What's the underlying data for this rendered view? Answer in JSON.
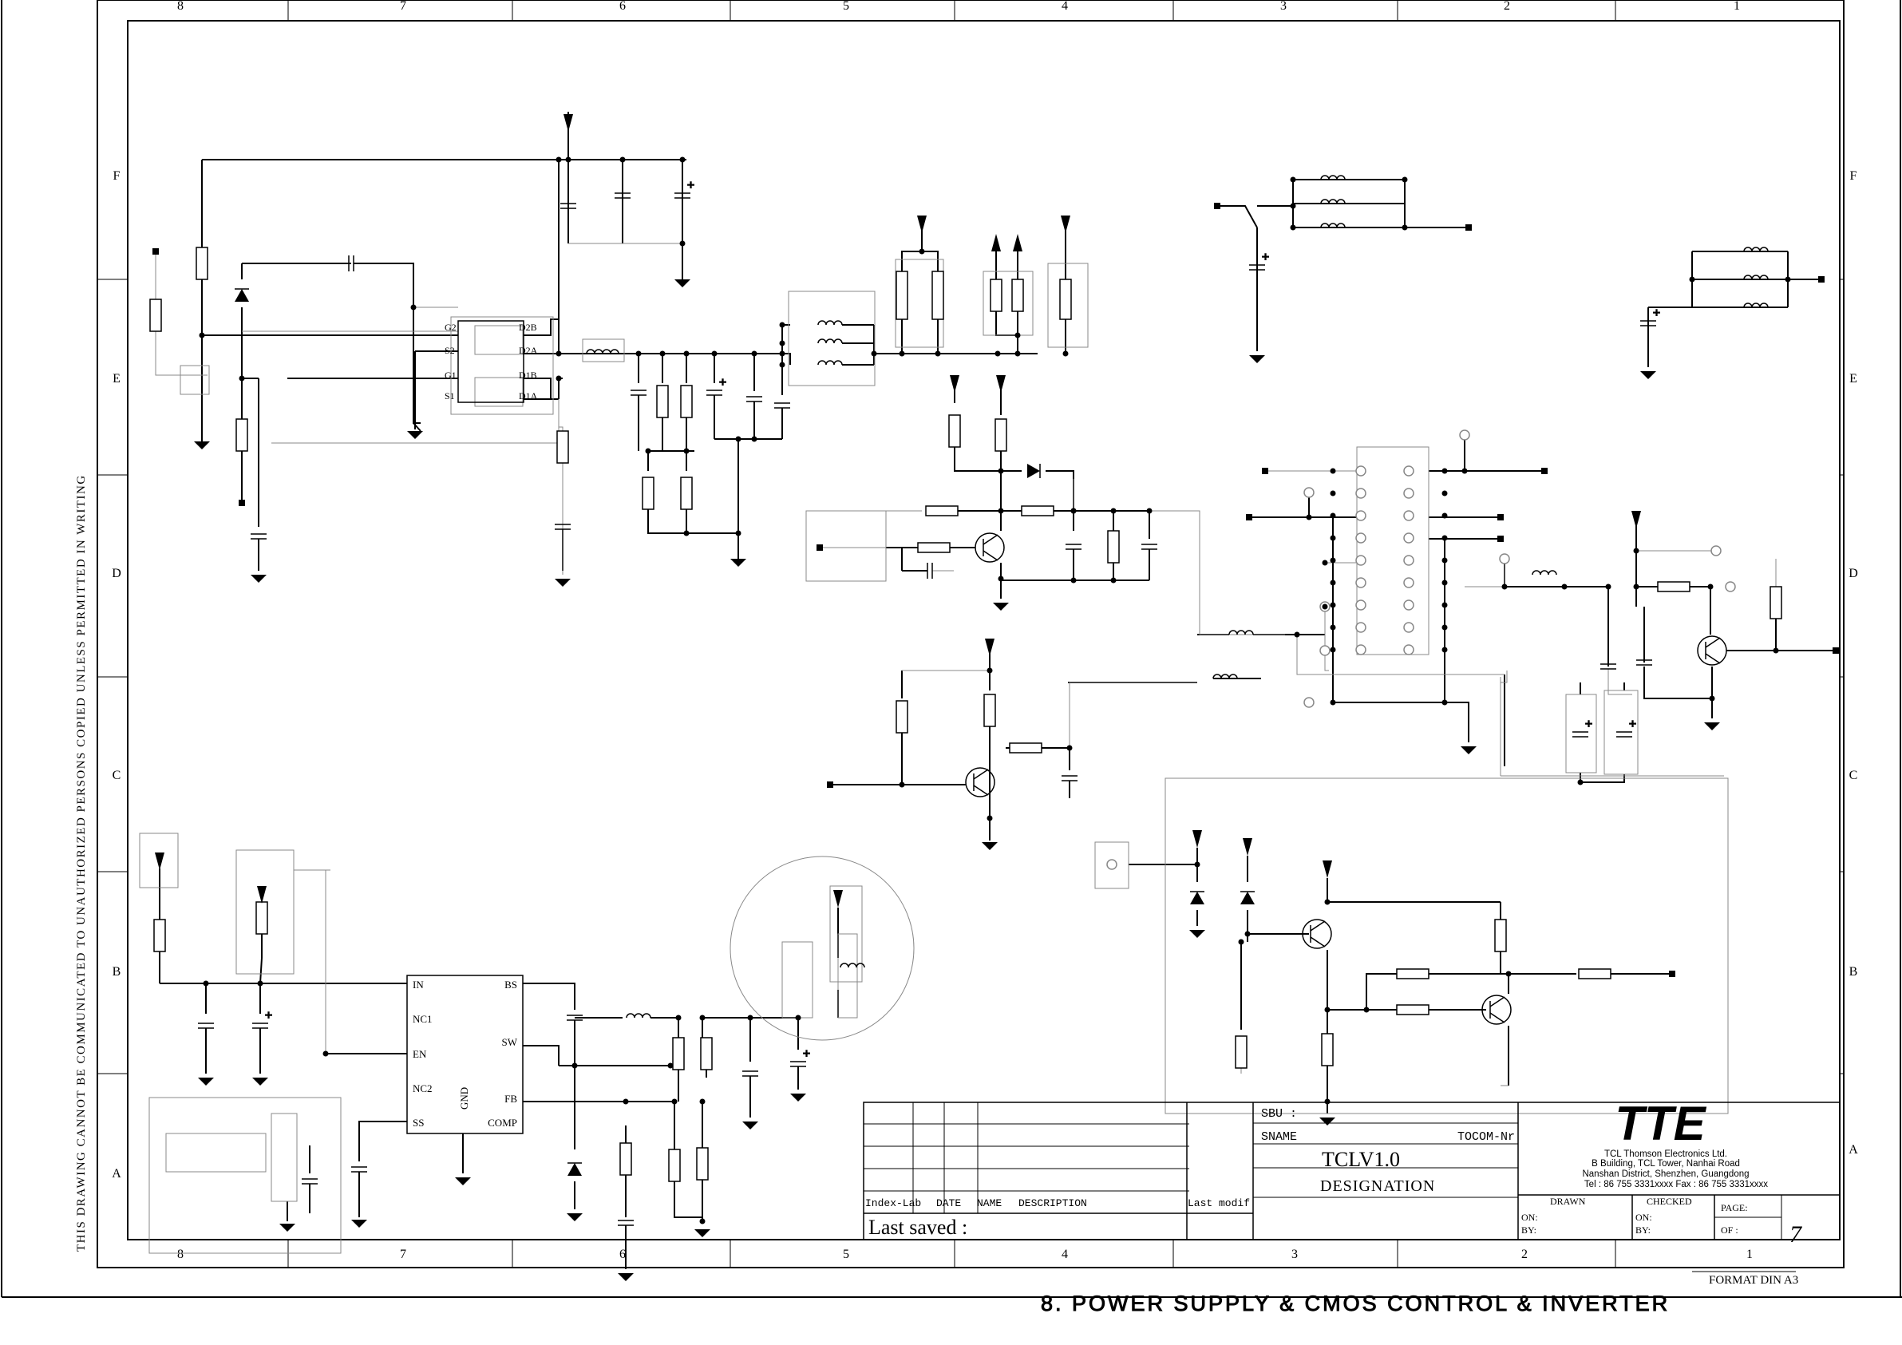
{
  "border": {
    "columns": [
      "8",
      "7",
      "6",
      "5",
      "4",
      "3",
      "2",
      "1"
    ],
    "rows": [
      "F",
      "E",
      "D",
      "C",
      "B",
      "A"
    ]
  },
  "side_note": "THIS DRAWING CANNOT BE COMMUNICATED TO UNAUTHORIZED PERSONS COPIED UNLESS PERMITTED IN WRITING",
  "ic_mosfet": {
    "pins_left": [
      "G2",
      "S2",
      "G1",
      "S1"
    ],
    "pins_right": [
      "D2B",
      "D2A",
      "D1B",
      "D1A"
    ]
  },
  "ic_regulator": {
    "pins_left": [
      "IN",
      "NC1",
      "EN",
      "NC2",
      "SS"
    ],
    "pins_right": [
      "BS",
      "SW",
      "FB",
      "COMP"
    ],
    "pin_bottom": "GND"
  },
  "title_block": {
    "revision_header": [
      "Index-Lab",
      "DATE",
      "NAME",
      "DESCRIPTION"
    ],
    "last_modif": "Last modif",
    "last_saved": "Last saved :",
    "sbu": "SBU :",
    "sname": "SNAME",
    "tocom": "TOCOM-Nr",
    "project": "TCLV1.0",
    "designation": "DESIGNATION",
    "logo": "TTE",
    "company": [
      "TCL Thomson Electronics Ltd.",
      "B Building, TCL Tower, Nanhai Road",
      "Nanshan District, Shenzhen, Guangdong",
      "Tel : 86 755 3331xxxx    Fax : 86 755 3331xxxx"
    ],
    "drawn": "DRAWN",
    "checked": "CHECKED",
    "page": "PAGE:",
    "on": "ON:",
    "by": "BY:",
    "of": "OF :",
    "page_number": "7"
  },
  "format": "FORMAT DIN A3",
  "footer_title": "8. POWER SUPPLY & CMOS CONTROL & INVERTER"
}
